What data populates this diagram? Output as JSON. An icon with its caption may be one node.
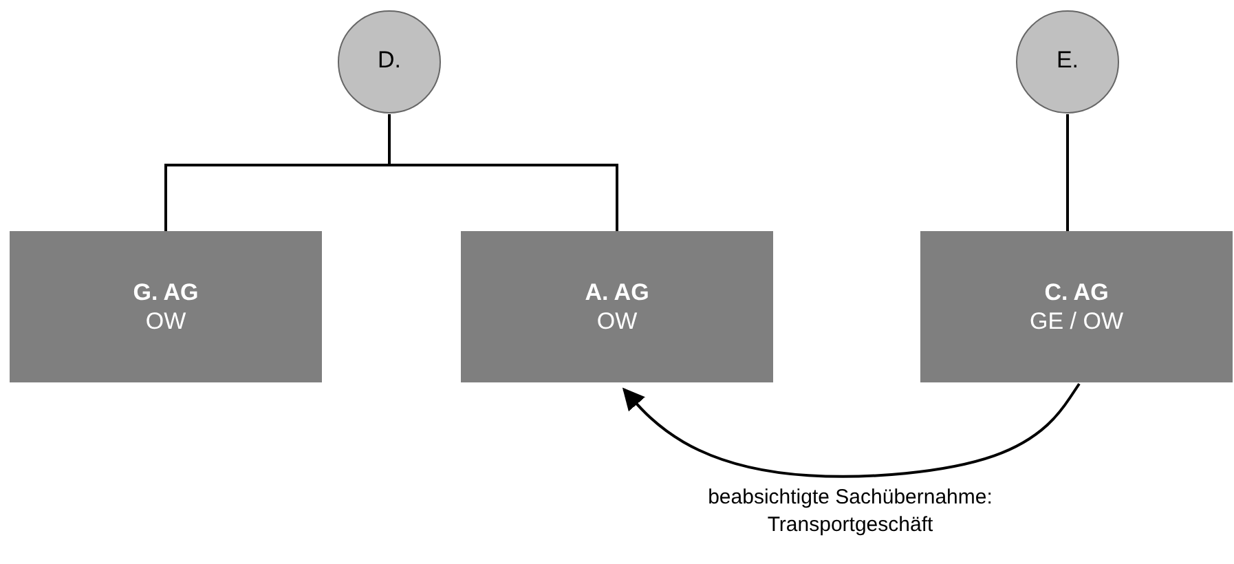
{
  "diagram": {
    "nodes": [
      {
        "text": [
          "D."
        ]
      },
      {
        "text": [
          "E."
        ]
      },
      {
        "text": [
          "G. AG",
          "OW"
        ]
      },
      {
        "text": [
          "A. AG",
          "OW"
        ]
      },
      {
        "text": [
          "C. AG",
          "GE / OW"
        ]
      }
    ],
    "edges": [
      {
        "from": 0,
        "to": 2,
        "arrow": "none"
      },
      {
        "from": 0,
        "to": 3,
        "arrow": "none"
      },
      {
        "from": 1,
        "to": 4,
        "arrow": "none"
      },
      {
        "from": 4,
        "to": 3,
        "arrow": "to",
        "label": "beabsichtigte Sachübernahme: Transportgeschäft"
      }
    ]
  }
}
